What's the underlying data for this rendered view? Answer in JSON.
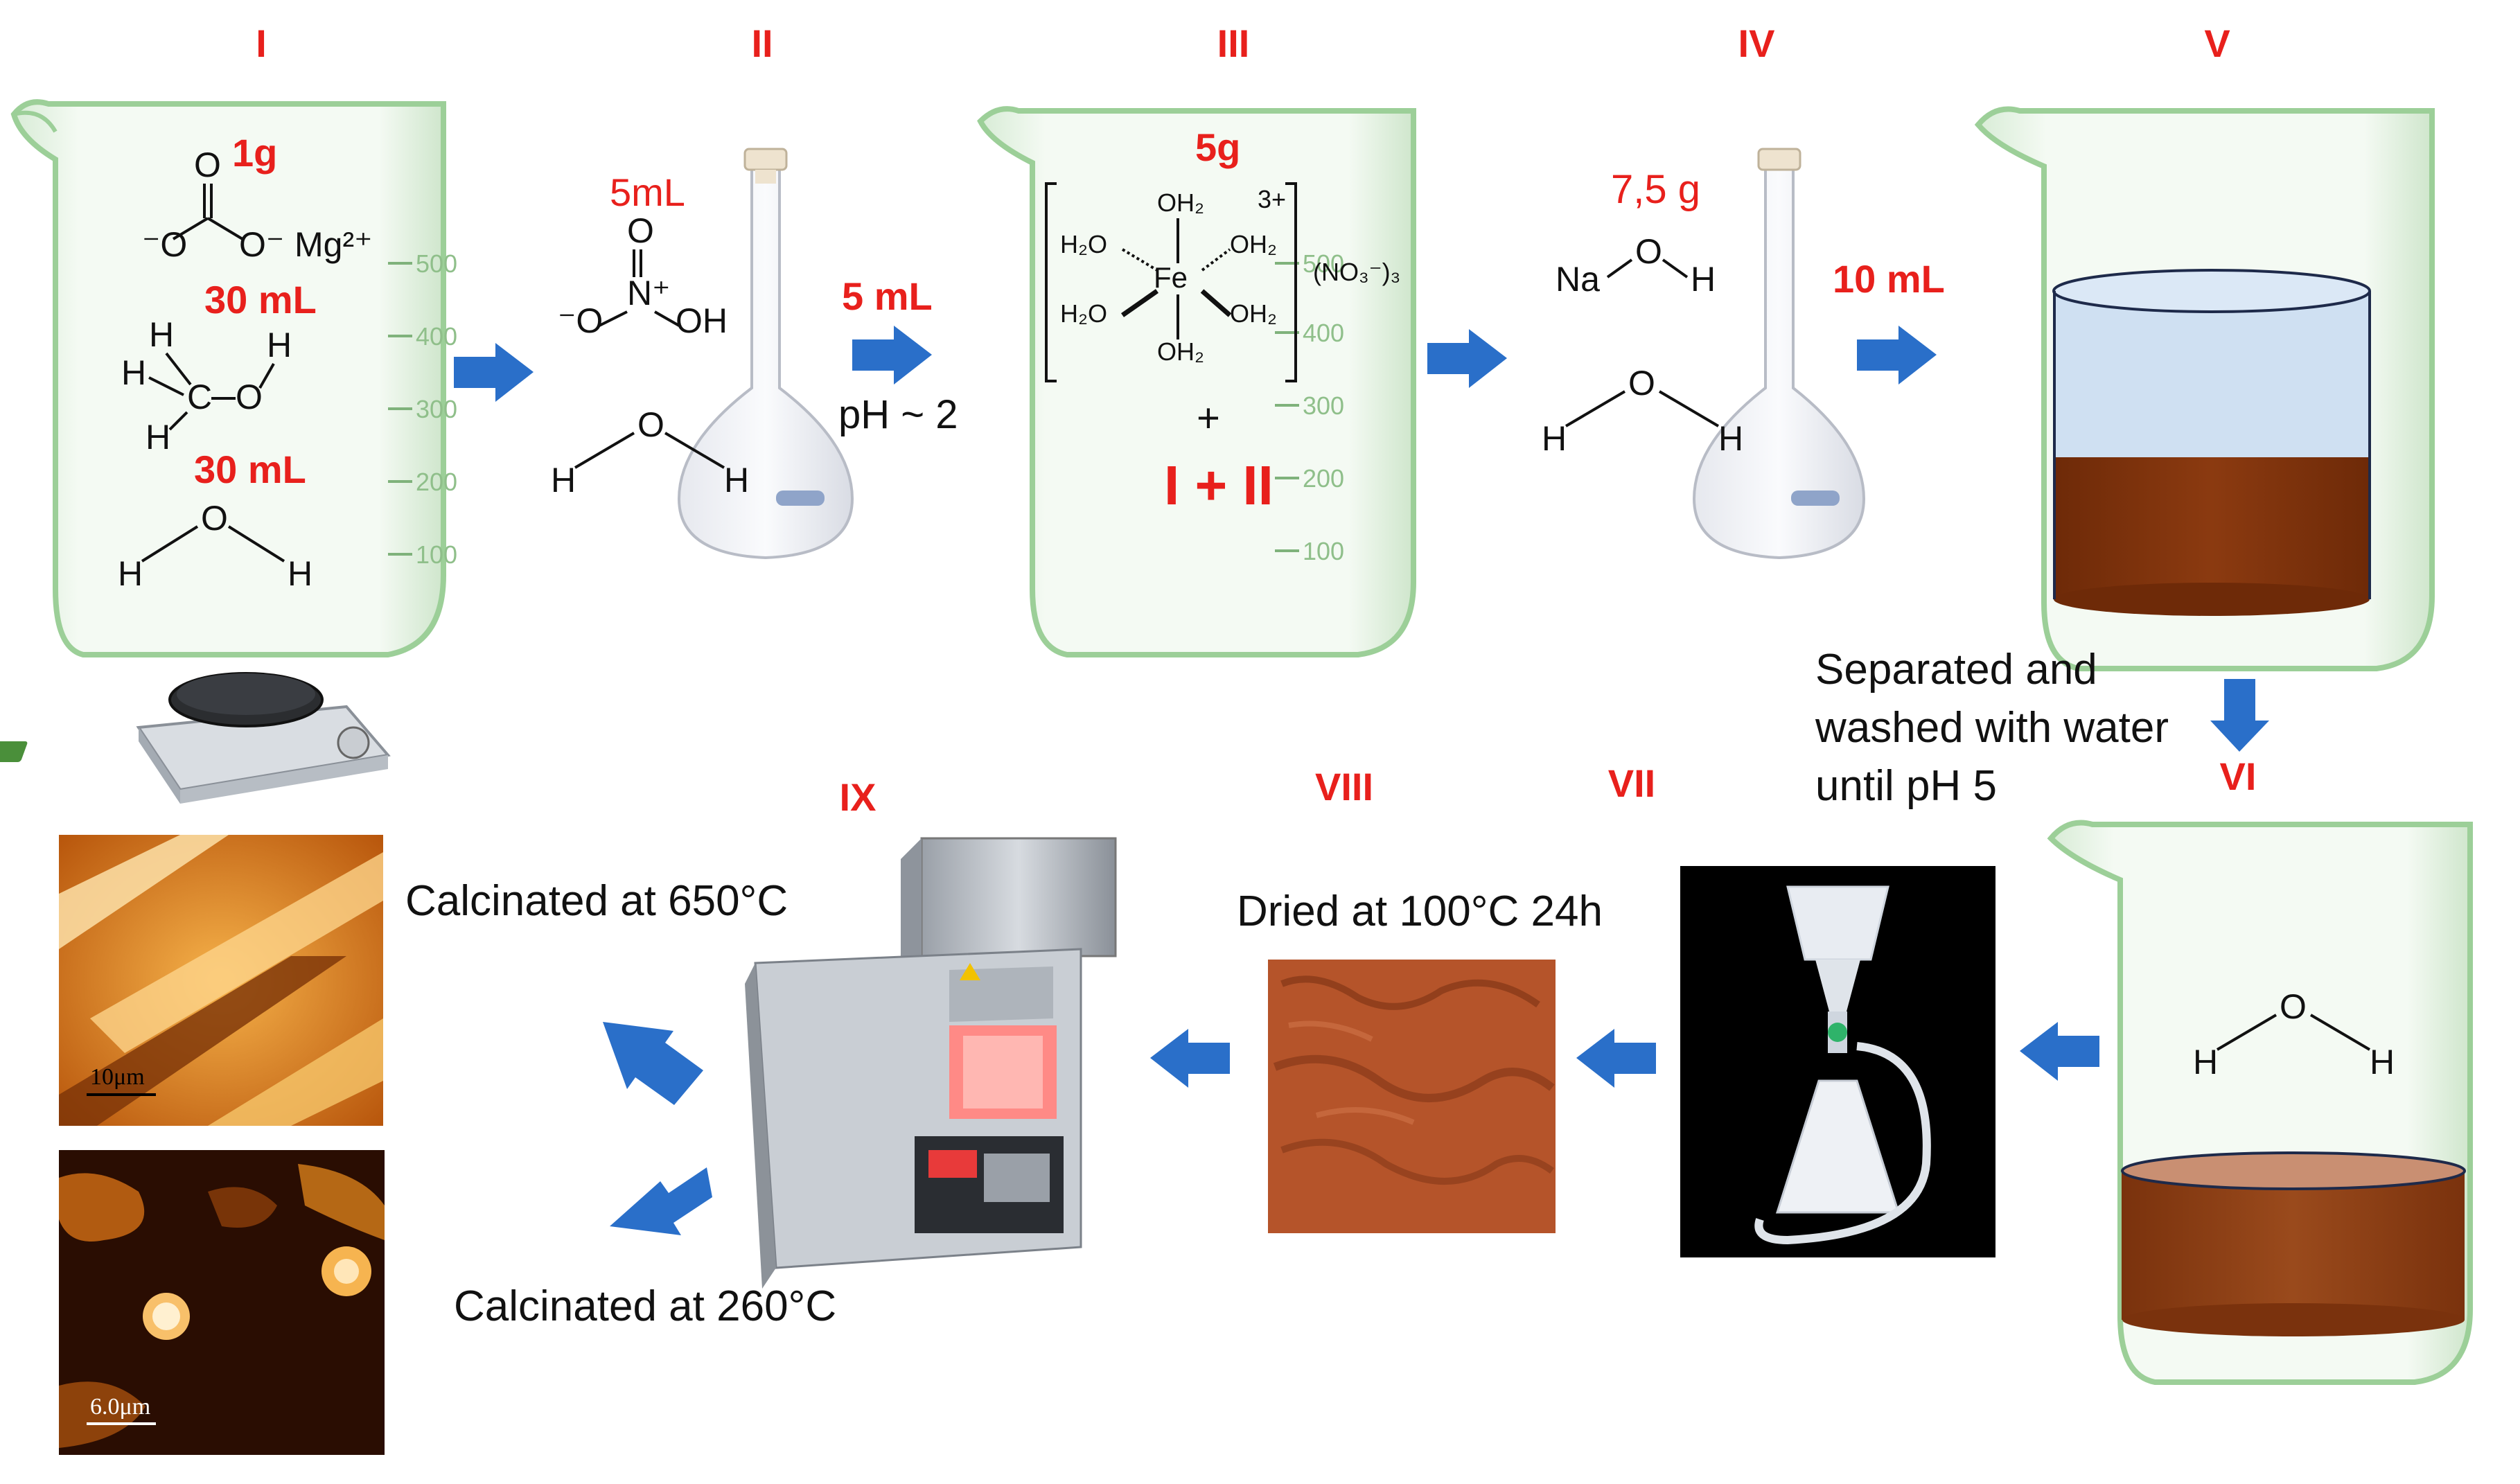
{
  "steps": {
    "i": "I",
    "ii": "II",
    "iii": "III",
    "iv": "IV",
    "v": "V",
    "vi": "VI",
    "vii": "VII",
    "viii": "VIII",
    "ix": "IX"
  },
  "quantities": {
    "mgco3": "1g",
    "methanol": "30 mL",
    "water_i": "30 mL",
    "hno3": "5mL",
    "arrow_ii_iii": "5 mL",
    "ph": "pH ~ 2",
    "fe_nitrate": "5g",
    "mix": "I + II",
    "plus": "+",
    "naoh": "7,5 g",
    "arrow_iv_v": "10 mL"
  },
  "notes": {
    "separated_line1": "Separated and",
    "separated_line2": "washed with water",
    "separated_line3": "until pH 5",
    "dried": "Dried at 100°C 24h",
    "calc650": "Calcinated at 650°C",
    "calc260": "Calcinated at 260°C"
  },
  "scale_bars": {
    "top": "10μm",
    "bottom": "6.0μm"
  },
  "beaker_graduations": [
    "500",
    "400",
    "300",
    "200",
    "100"
  ],
  "colors": {
    "label_red": "#e8201c",
    "arrow_blue": "#2a6fc9",
    "precipitate_brown": "#8b3a10",
    "supernatant_blue": "#cfe0f2",
    "washed_brown": "#9a4a1c",
    "dried_powder": "#b5542a",
    "afm_orange": "#d2690f"
  },
  "icons": [
    "hotplate-stirrer-icon",
    "volumetric-flask-icon",
    "beaker-icon",
    "vacuum-filtration-icon",
    "muffle-furnace-icon"
  ]
}
